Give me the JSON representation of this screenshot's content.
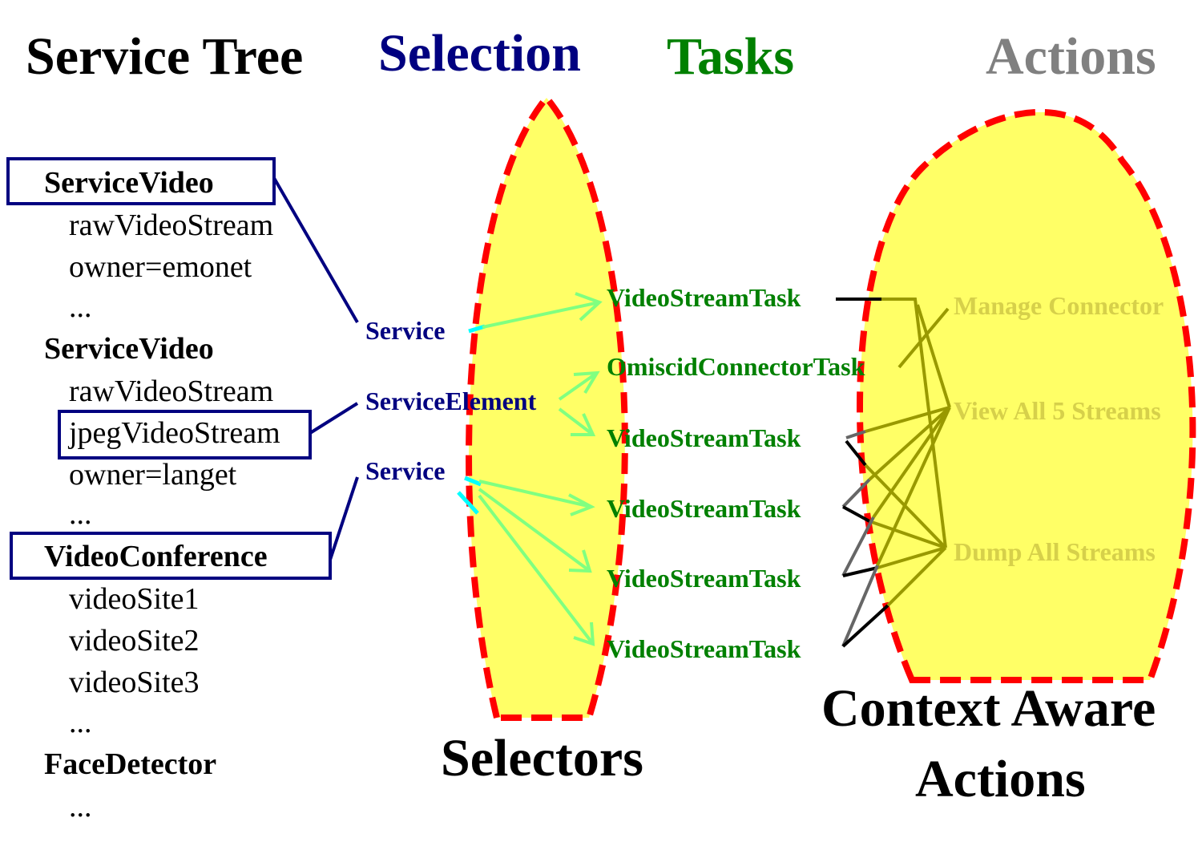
{
  "headers": {
    "service_tree": "Service Tree",
    "selection": "Selection",
    "tasks": "Tasks",
    "actions": "Actions"
  },
  "footers": {
    "selectors": "Selectors",
    "context_aware_line1": "Context Aware",
    "context_aware_line2": "Actions"
  },
  "tree": [
    {
      "text": "ServiceVideo",
      "bold": true
    },
    {
      "text": "rawVideoStream"
    },
    {
      "text": "owner=emonet"
    },
    {
      "text": "..."
    },
    {
      "text": "ServiceVideo",
      "bold": true
    },
    {
      "text": "rawVideoStream"
    },
    {
      "text": "jpegVideoStream"
    },
    {
      "text": "owner=langet"
    },
    {
      "text": "..."
    },
    {
      "text": "VideoConference",
      "bold": true
    },
    {
      "text": "videoSite1"
    },
    {
      "text": "videoSite2"
    },
    {
      "text": "videoSite3"
    },
    {
      "text": "..."
    },
    {
      "text": "FaceDetector",
      "bold": true
    },
    {
      "text": "..."
    }
  ],
  "selectors": [
    "Service",
    "ServiceElement",
    "Service"
  ],
  "tasks": [
    "VideoStreamTask",
    "OmiscidConnectorTask",
    "VideoStreamTask",
    "VideoStreamTask",
    "VideoStreamTask",
    "VideoStreamTask"
  ],
  "actions": [
    "Manage Connector",
    "View All 5 Streams",
    "Dump All Streams"
  ],
  "colors": {
    "navy": "#000080",
    "green": "#008000",
    "light_green": "#80ff80",
    "cyan": "#00ffff",
    "yellow_fill": "#ffff66",
    "red_dash": "#ff0000",
    "gray_header": "#808080",
    "olive": "#999900",
    "faded_action": "#d6d04a"
  }
}
